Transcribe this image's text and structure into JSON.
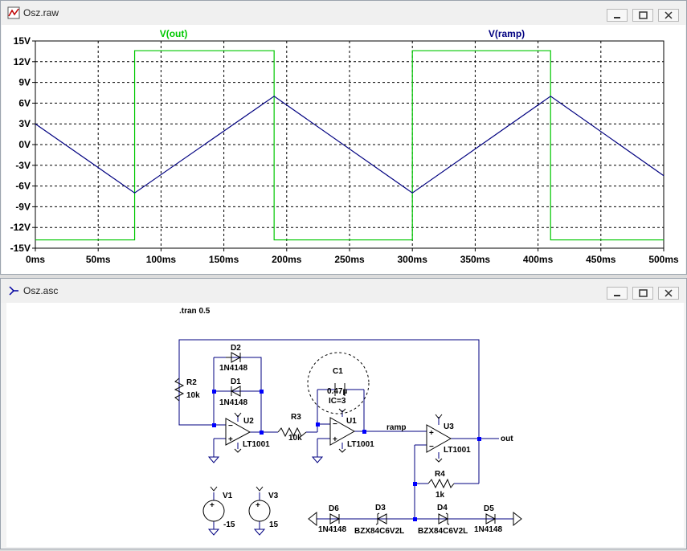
{
  "plot_window": {
    "title": "Osz.raw",
    "icon": "waveform-icon",
    "controls": [
      "minimize-icon",
      "maximize-icon",
      "close-icon"
    ]
  },
  "schematic_window": {
    "title": "Osz.asc",
    "icon": "schematic-icon",
    "controls": [
      "minimize-icon",
      "maximize-icon",
      "close-icon"
    ]
  },
  "chart_data": {
    "type": "line",
    "title": "",
    "xlabel": "",
    "ylabel": "",
    "xlim": [
      0,
      500
    ],
    "ylim": [
      -15,
      15
    ],
    "x_unit": "ms",
    "y_unit": "V",
    "grid": true,
    "x_ticks": [
      "0ms",
      "50ms",
      "100ms",
      "150ms",
      "200ms",
      "250ms",
      "300ms",
      "350ms",
      "400ms",
      "450ms",
      "500ms"
    ],
    "y_ticks": [
      "15V",
      "12V",
      "9V",
      "6V",
      "3V",
      "0V",
      "-3V",
      "-6V",
      "-9V",
      "-12V",
      "-15V"
    ],
    "legend": [
      "V(out)",
      "V(ramp)"
    ],
    "series": [
      {
        "name": "V(out)",
        "color": "#00c800",
        "x": [
          0,
          79,
          79,
          190,
          190,
          300,
          300,
          410,
          410,
          500
        ],
        "y": [
          -13.8,
          -13.8,
          13.6,
          13.6,
          -13.8,
          -13.8,
          13.6,
          13.6,
          -13.8,
          -13.8
        ]
      },
      {
        "name": "V(ramp)",
        "color": "#000080",
        "x": [
          0,
          79,
          190,
          300,
          410,
          500
        ],
        "y": [
          3.0,
          -7.0,
          7.0,
          -7.0,
          7.0,
          -4.5
        ]
      }
    ]
  },
  "schematic": {
    "directive": ".tran 0.5",
    "parts": [
      {
        "ref": "R2",
        "value": "10k"
      },
      {
        "ref": "D2",
        "value": "1N4148"
      },
      {
        "ref": "D1",
        "value": "1N4148"
      },
      {
        "ref": "U2",
        "value": "LT1001"
      },
      {
        "ref": "R3",
        "value": "10k"
      },
      {
        "ref": "C1",
        "value": "0.47µ",
        "extra": "IC=3"
      },
      {
        "ref": "U1",
        "value": "LT1001"
      },
      {
        "ref": "U3",
        "value": "LT1001"
      },
      {
        "ref": "R4",
        "value": "1k"
      },
      {
        "ref": "V1",
        "value": "-15"
      },
      {
        "ref": "V3",
        "value": "15"
      },
      {
        "ref": "D6",
        "value": "1N4148"
      },
      {
        "ref": "D3",
        "value": "BZX84C6V2L"
      },
      {
        "ref": "D4",
        "value": "BZX84C6V2L"
      },
      {
        "ref": "D5",
        "value": "1N4148"
      }
    ],
    "net_labels": [
      "ramp",
      "out"
    ]
  }
}
